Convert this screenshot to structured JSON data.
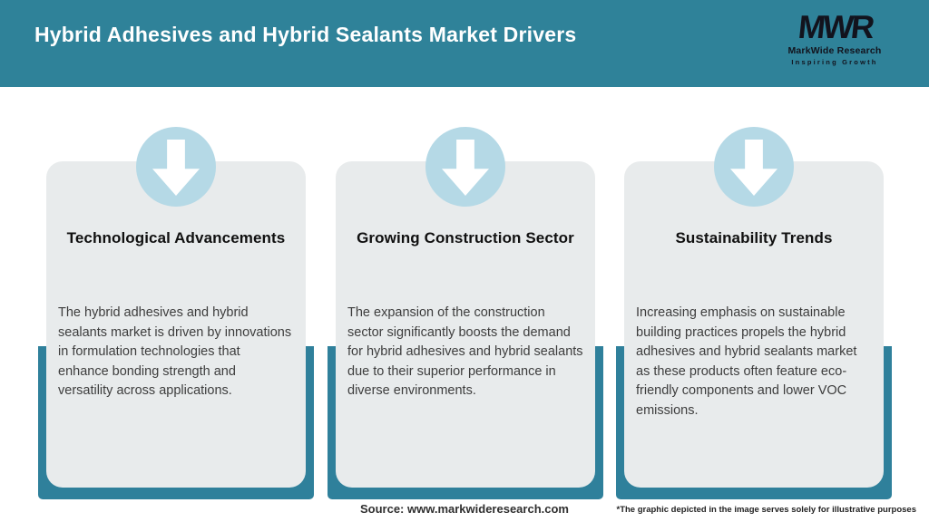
{
  "header": {
    "title": "Hybrid Adhesives and Hybrid Sealants Market Drivers",
    "logo": {
      "acronym": "MWR",
      "name": "MarkWide Research",
      "tagline": "Inspiring Growth"
    }
  },
  "cards": [
    {
      "icon": "down-arrow-icon",
      "title": "Technological Advancements",
      "description": "The hybrid adhesives and hybrid sealants market is driven by innovations in formulation technologies that enhance bonding strength and versatility across applications."
    },
    {
      "icon": "down-arrow-icon",
      "title": "Growing Construction Sector",
      "description": "The expansion of the construction sector significantly boosts the demand for hybrid adhesives and hybrid sealants due to their superior performance in diverse environments."
    },
    {
      "icon": "down-arrow-icon",
      "title": "Sustainability Trends",
      "description": "Increasing emphasis on sustainable building practices propels the hybrid adhesives and hybrid sealants market as these products often feature eco-friendly components and lower VOC emissions."
    }
  ],
  "footer": {
    "source": "Source: www.markwideresearch.com",
    "disclaimer": "*The graphic depicted in the image serves solely for illustrative purposes"
  },
  "colors": {
    "header_teal": "#2F8299",
    "ribbon_teal": "#2F809B",
    "circle_blue": "#B5D9E6",
    "card_gray": "#E8EBEC",
    "logo_dark": "#12131D"
  }
}
